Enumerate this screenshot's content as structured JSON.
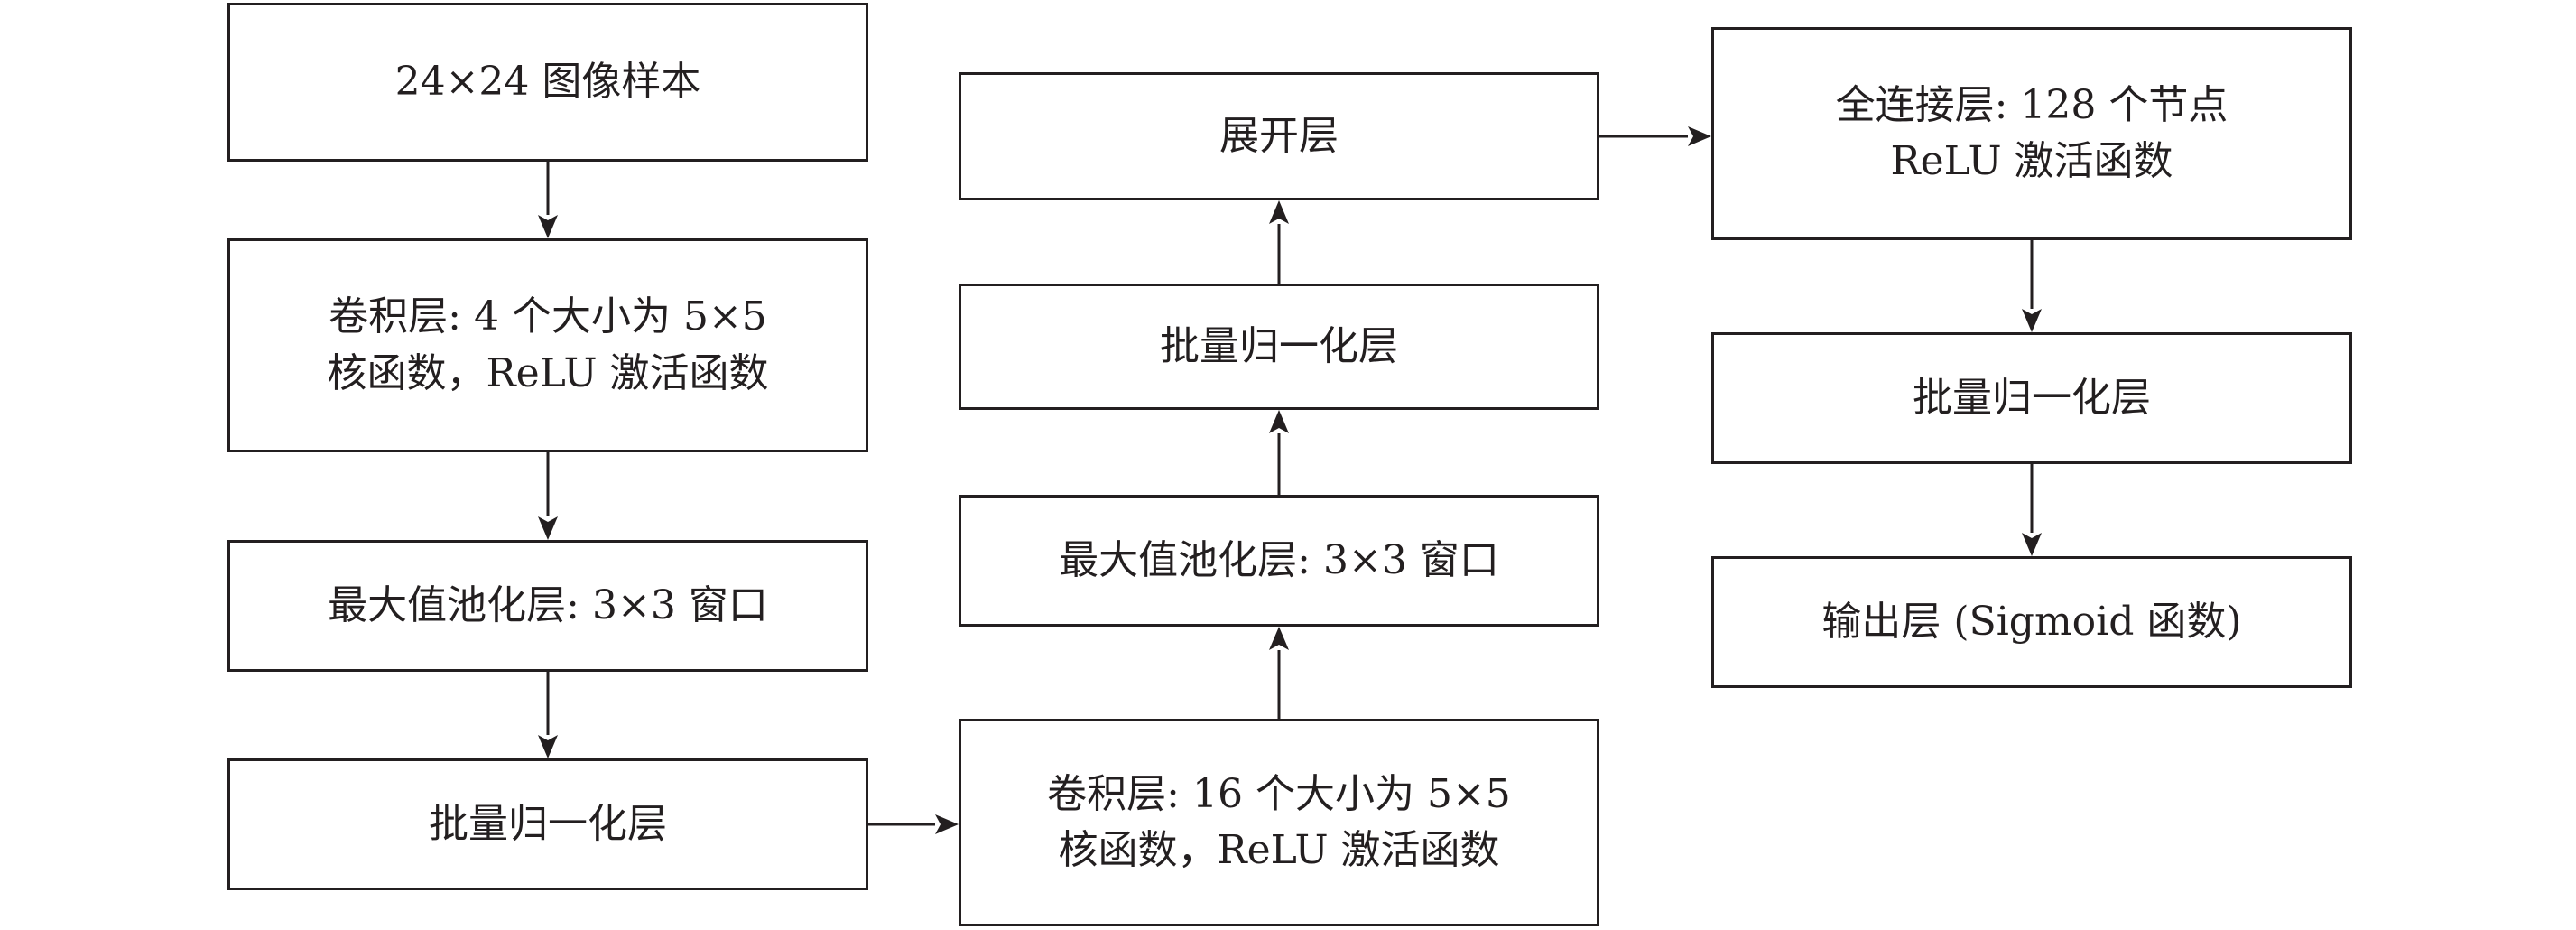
{
  "colors": {
    "stroke": "#231f20",
    "text": "#231f20",
    "background": "#ffffff"
  },
  "nodes": {
    "input": {
      "lines": [
        "24×24 图像样本"
      ]
    },
    "conv1": {
      "lines": [
        "卷积层: 4 个大小为 5×5",
        "核函数，ReLU 激活函数"
      ]
    },
    "pool1": {
      "lines": [
        "最大值池化层: 3×3 窗口"
      ]
    },
    "bn1": {
      "lines": [
        "批量归一化层"
      ]
    },
    "conv2": {
      "lines": [
        "卷积层: 16 个大小为 5×5",
        "核函数，ReLU 激活函数"
      ]
    },
    "pool2": {
      "lines": [
        "最大值池化层: 3×3 窗口"
      ]
    },
    "bn2": {
      "lines": [
        "批量归一化层"
      ]
    },
    "flatten": {
      "lines": [
        "展开层"
      ]
    },
    "dense": {
      "lines": [
        "全连接层: 128 个节点",
        "ReLU 激活函数"
      ]
    },
    "bn3": {
      "lines": [
        "批量归一化层"
      ]
    },
    "output": {
      "lines": [
        "输出层 (Sigmoid 函数)"
      ]
    }
  },
  "edges": [
    [
      "input",
      "conv1"
    ],
    [
      "conv1",
      "pool1"
    ],
    [
      "pool1",
      "bn1"
    ],
    [
      "bn1",
      "conv2"
    ],
    [
      "conv2",
      "pool2"
    ],
    [
      "pool2",
      "bn2"
    ],
    [
      "bn2",
      "flatten"
    ],
    [
      "flatten",
      "dense"
    ],
    [
      "dense",
      "bn3"
    ],
    [
      "bn3",
      "output"
    ]
  ]
}
